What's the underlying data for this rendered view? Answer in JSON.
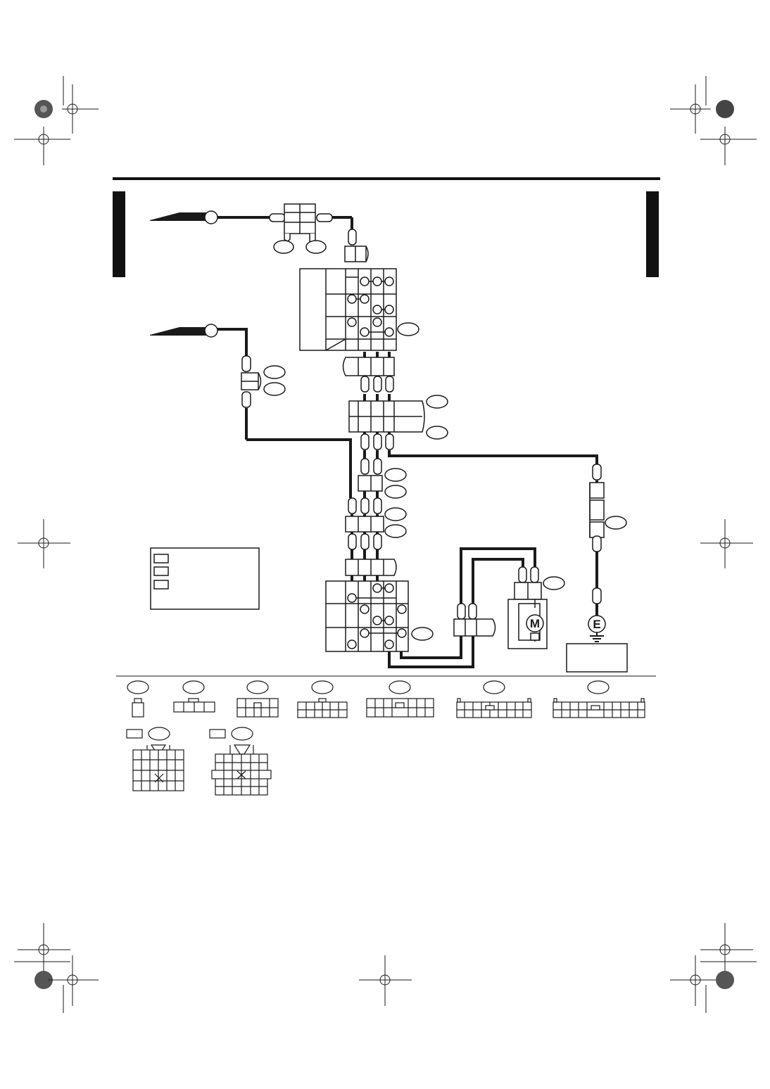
{
  "symbols": {
    "motor": "M",
    "ground": "E"
  },
  "colors": {
    "ink": "#1a1a1a",
    "paper": "#ffffff",
    "registration_dark": "#444444"
  },
  "icons": [
    "registration-mark",
    "crop-mark",
    "motor-symbol",
    "ground-symbol",
    "connector-face"
  ]
}
